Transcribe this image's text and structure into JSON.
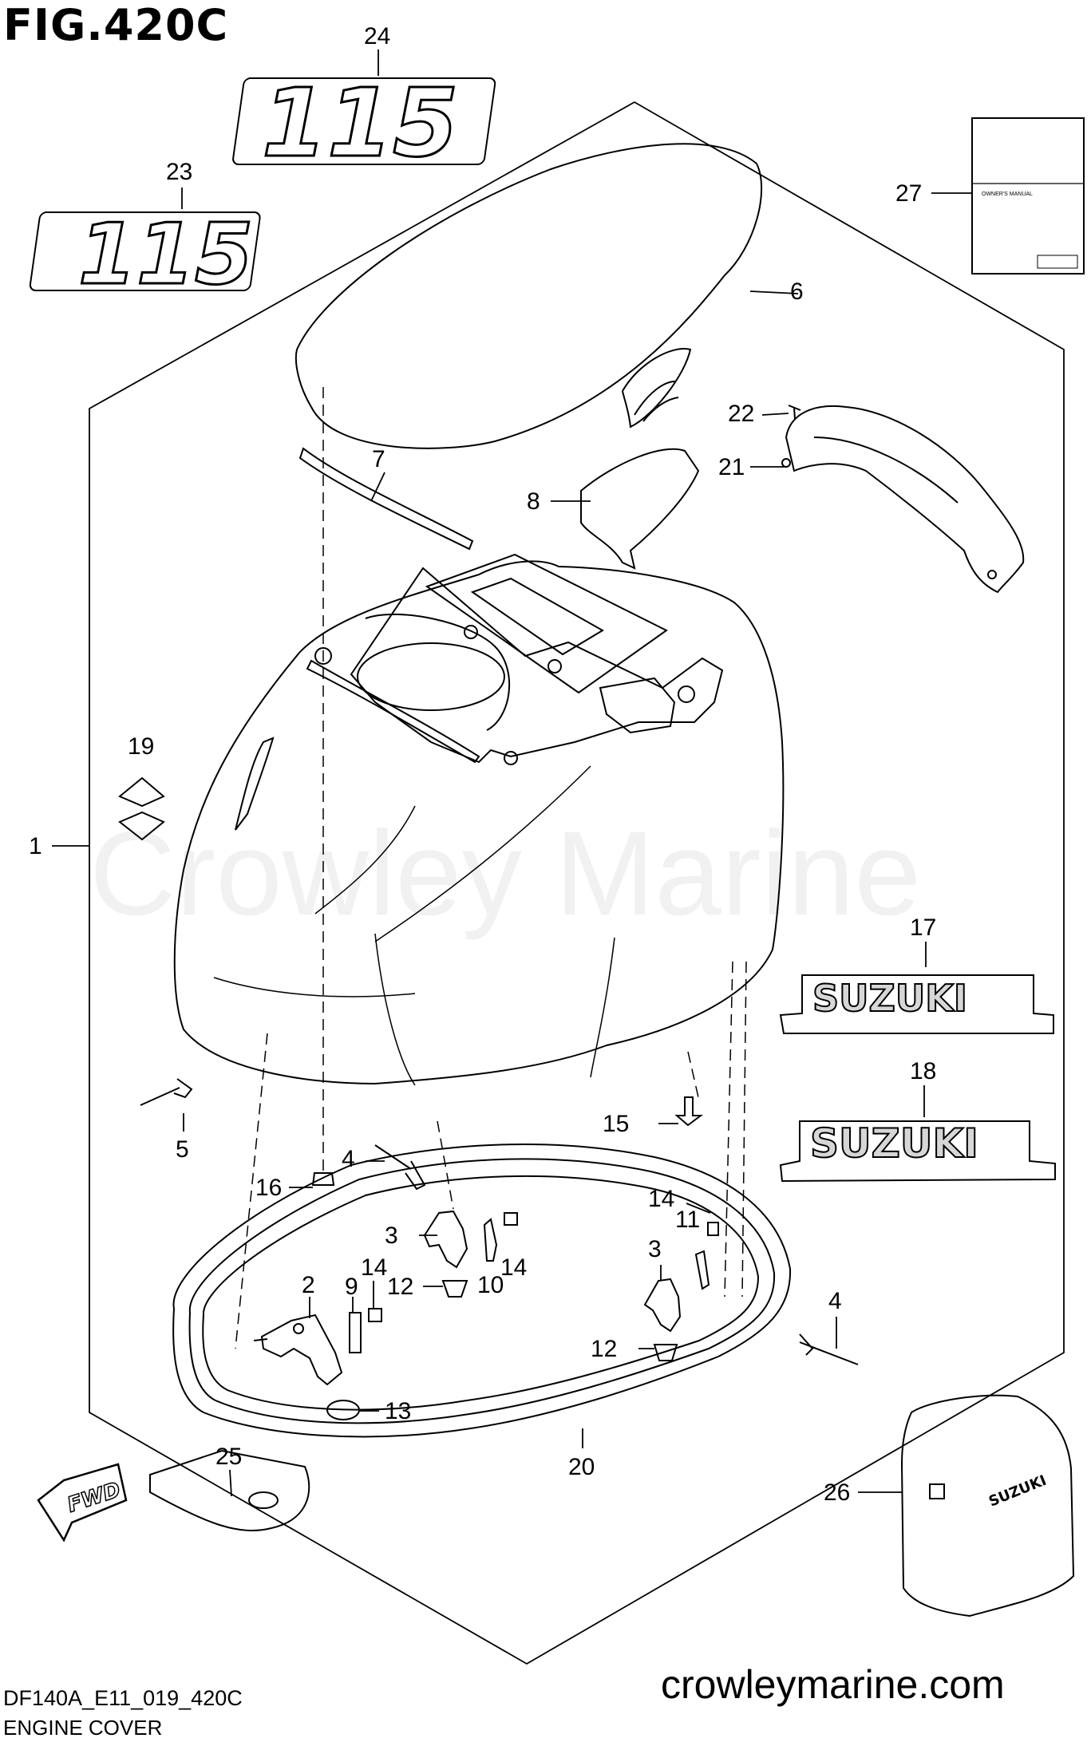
{
  "figure": {
    "title": "FIG.420C",
    "model_code": "DF140A_E11_019_420C",
    "caption": "ENGINE COVER",
    "website": "crowleymarine.com",
    "watermark": "Crowley Marine"
  },
  "decals": {
    "number_decal": "115",
    "brand_decal": "SUZUKI",
    "small_cover_logo": "SUZUKI",
    "fwd_arrow": "FWD",
    "manual_label": "OWNER'S MANUAL"
  },
  "callouts": [
    "1",
    "2",
    "3",
    "3",
    "4",
    "4",
    "5",
    "6",
    "7",
    "8",
    "9",
    "10",
    "11",
    "12",
    "12",
    "13",
    "14",
    "14",
    "14",
    "15",
    "16",
    "17",
    "18",
    "19",
    "20",
    "21",
    "22",
    "23",
    "24",
    "25",
    "26",
    "27"
  ],
  "colors": {
    "line": "#000000",
    "background": "#ffffff"
  }
}
